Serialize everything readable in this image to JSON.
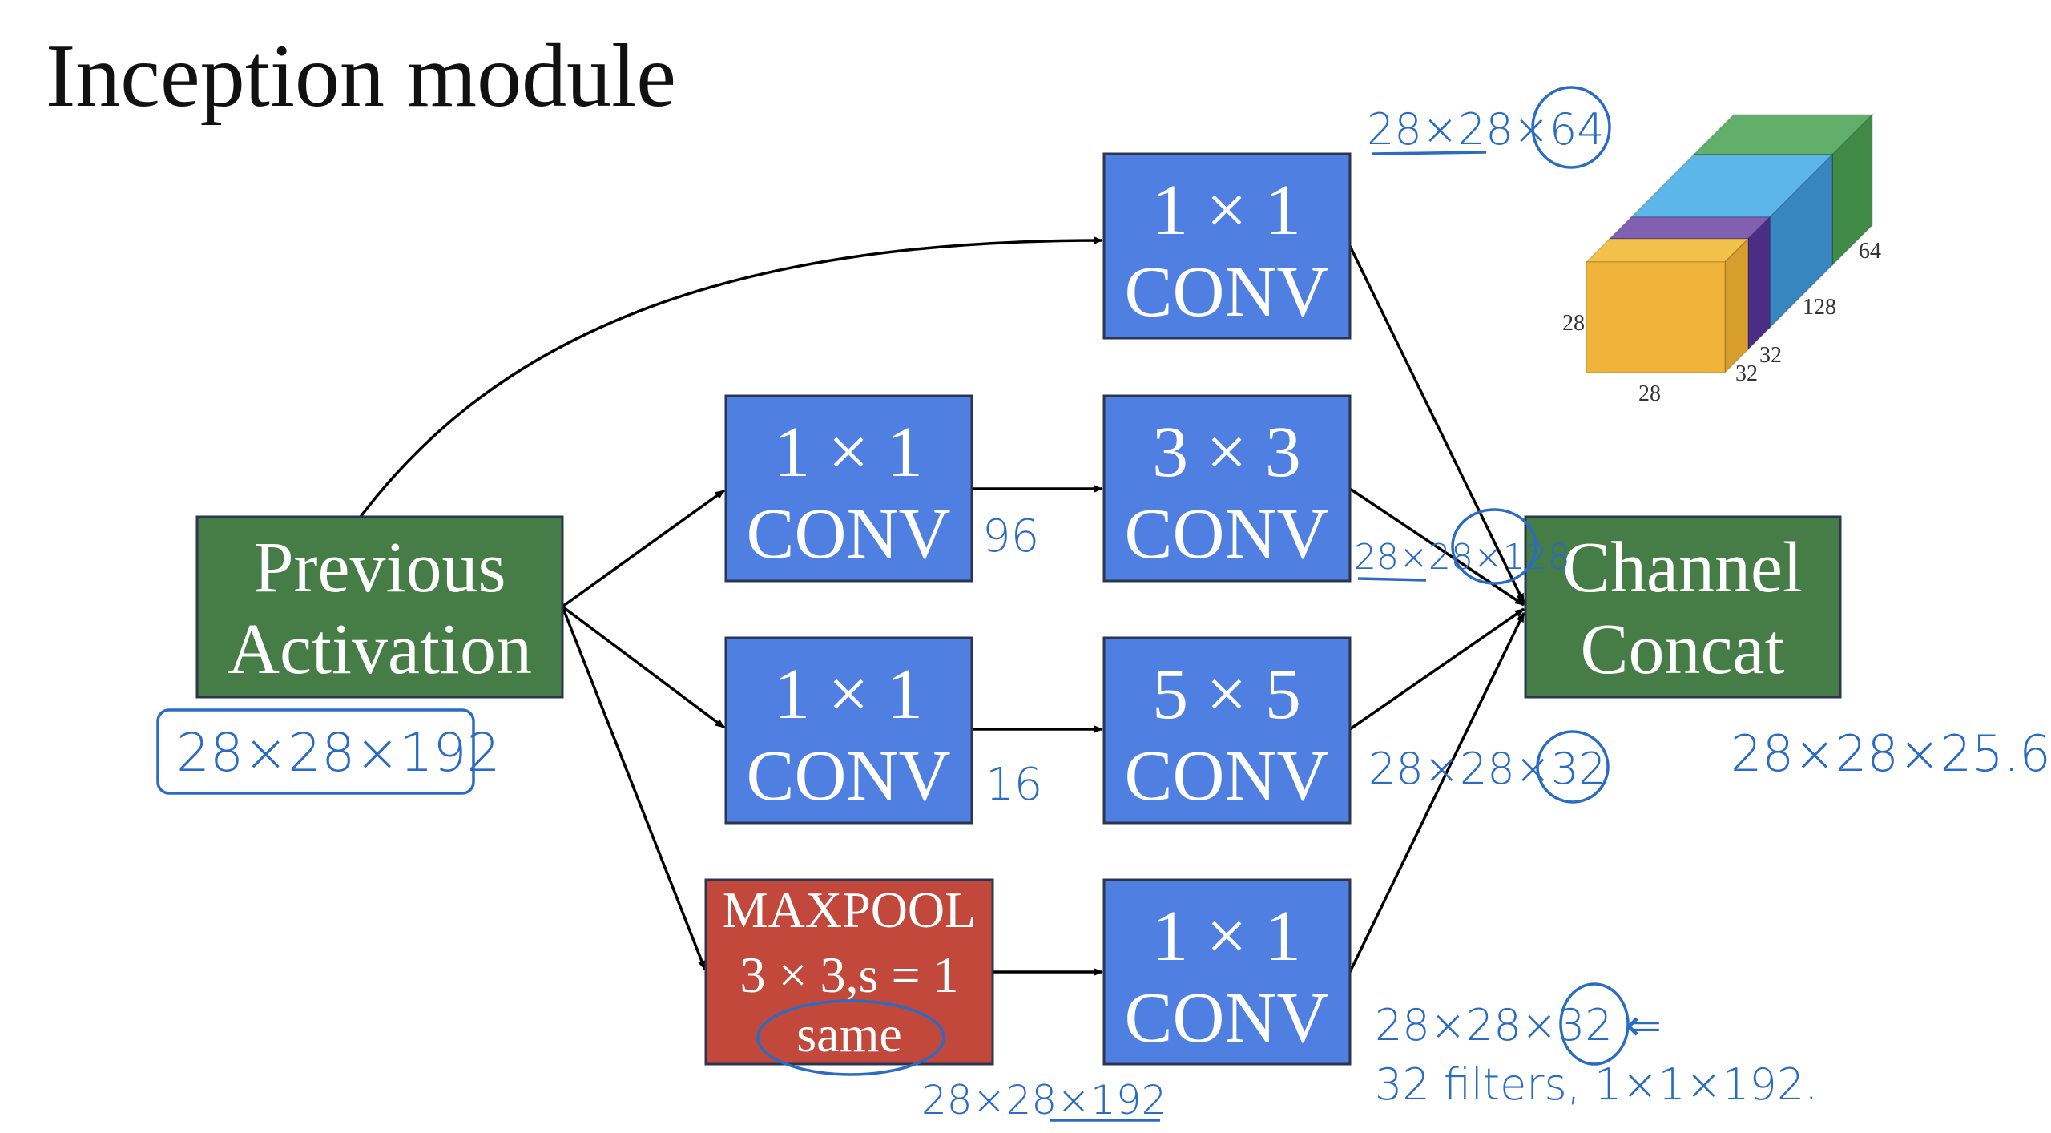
{
  "title": "Inception module",
  "colors": {
    "conv_box": "#4f80e1",
    "activation_box": "#467c45",
    "maxpool_box": "#c1483b",
    "box_border": "#2b3550",
    "annotation_ink": "#2a6cc4",
    "arrow": "#000000"
  },
  "boxes": {
    "previous_activation": {
      "line1": "Previous",
      "line2": "Activation"
    },
    "conv_1x1_top": {
      "line1": "1 × 1",
      "line2": "CONV"
    },
    "conv_1x1_row2": {
      "line1": "1 × 1",
      "line2": "CONV"
    },
    "conv_3x3": {
      "line1": "3 × 3",
      "line2": "CONV"
    },
    "conv_1x1_row3": {
      "line1": "1 × 1",
      "line2": "CONV"
    },
    "conv_5x5": {
      "line1": "5 × 5",
      "line2": "CONV"
    },
    "maxpool": {
      "line1": "MAXPOOL",
      "line2": "3 × 3,s = 1",
      "line3": "same"
    },
    "conv_1x1_bottom": {
      "line1": "1 × 1",
      "line2": "CONV"
    },
    "channel_concat": {
      "line1": "Channel",
      "line2": "Concat"
    }
  },
  "annotations": {
    "input_dims": "28×28×192",
    "mid_channels_3x3": "96",
    "mid_channels_5x5": "16",
    "out_1x1": {
      "prefix": "28×28×",
      "circled": "64"
    },
    "out_3x3": {
      "prefix": "28×28×",
      "circled": "128"
    },
    "out_5x5": {
      "prefix": "28×28×",
      "circled": "32"
    },
    "concat_dims": "28×28×25.6",
    "maxpool_out": {
      "prefix": "28×28×",
      "underlined": "192"
    },
    "out_pool": {
      "prefix": "28×28×",
      "circled": "32",
      "arrow": "⇐"
    },
    "pool_filters_note": "32 filters, 1×1×192."
  },
  "cube": {
    "labels": {
      "height": "28",
      "width": "28",
      "depth_yellow": "32",
      "depth_purple": "32",
      "depth_blue": "128",
      "depth_green": "64"
    },
    "slabs": [
      {
        "name": "yellow",
        "channels": 32,
        "front": "#f0b43b",
        "top": "#f4c04c",
        "side": "#d79d2d"
      },
      {
        "name": "purple",
        "channels": 32,
        "front": "#6c4ea0",
        "top": "#8160b2",
        "side": "#4a2e86"
      },
      {
        "name": "blue",
        "channels": 128,
        "front": "#4aa6de",
        "top": "#5cb6ea",
        "side": "#3886c0"
      },
      {
        "name": "green",
        "channels": 64,
        "front": "#4b9a55",
        "top": "#62ae6b",
        "side": "#3f8a47"
      }
    ]
  }
}
